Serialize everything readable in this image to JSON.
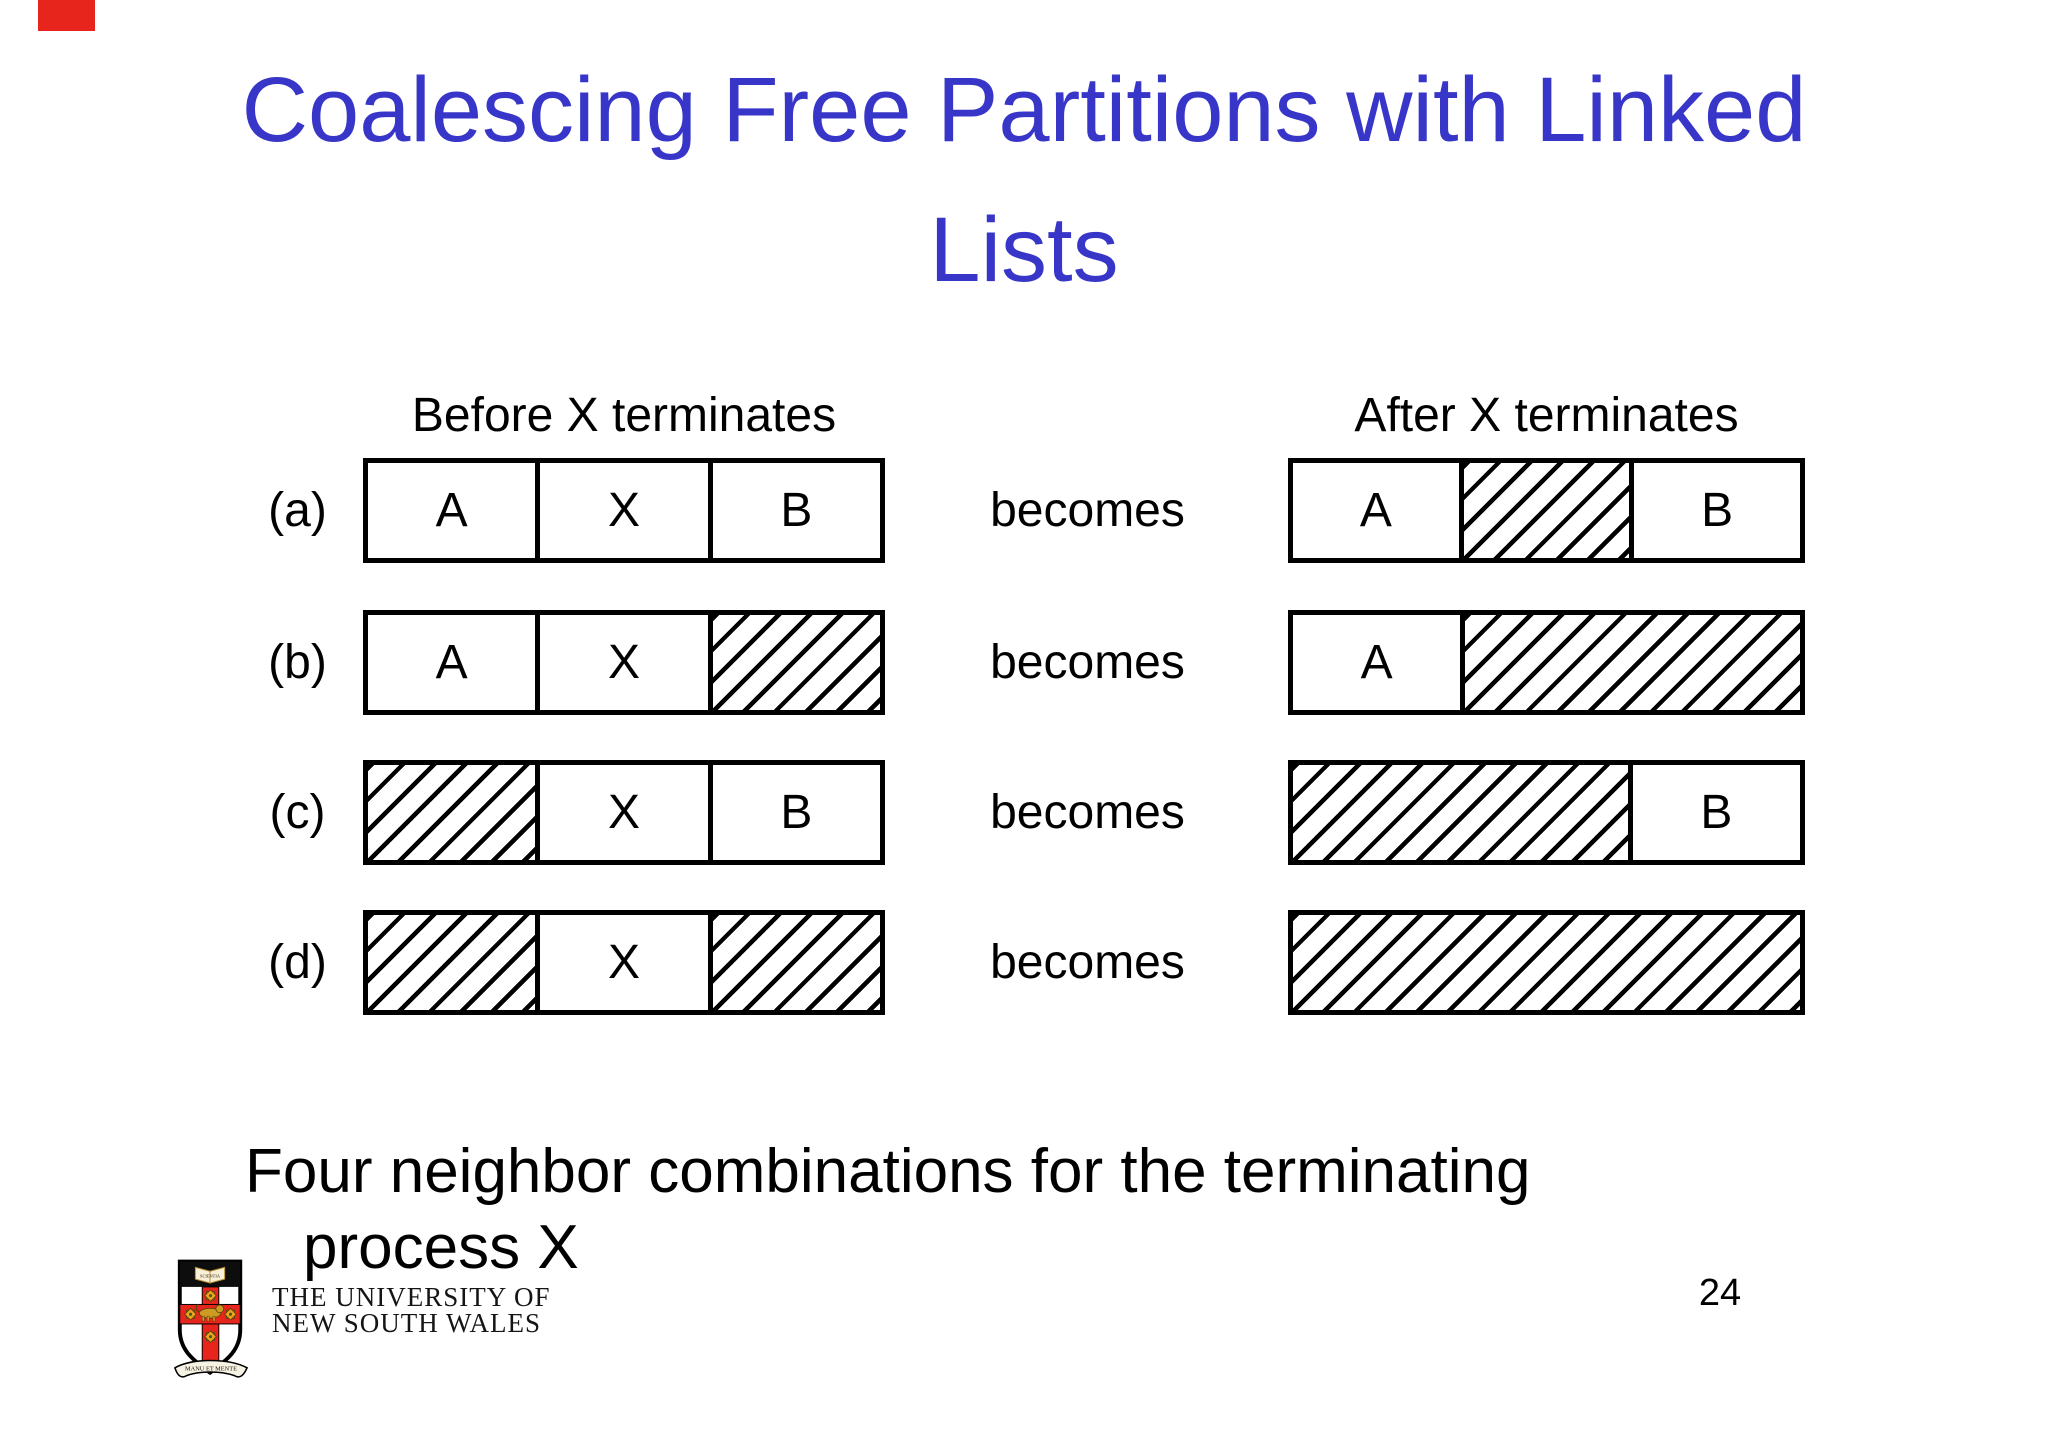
{
  "slide": {
    "title_line1": "Coalescing Free Partitions with Linked",
    "title_line2": "Lists",
    "footer_line1": "Four neighbor combinations for the terminating",
    "footer_line2": "process X",
    "page_number": "24"
  },
  "diagram": {
    "before_header": "Before X terminates",
    "after_header": "After X terminates",
    "becomes_label": "becomes",
    "rows": [
      {
        "label": "(a)",
        "before": [
          {
            "kind": "process",
            "text": "A",
            "span": 1
          },
          {
            "kind": "process",
            "text": "X",
            "span": 1
          },
          {
            "kind": "process",
            "text": "B",
            "span": 1
          }
        ],
        "after": [
          {
            "kind": "process",
            "text": "A",
            "span": 1
          },
          {
            "kind": "free",
            "span": 1
          },
          {
            "kind": "process",
            "text": "B",
            "span": 1
          }
        ]
      },
      {
        "label": "(b)",
        "before": [
          {
            "kind": "process",
            "text": "A",
            "span": 1
          },
          {
            "kind": "process",
            "text": "X",
            "span": 1
          },
          {
            "kind": "free",
            "span": 1
          }
        ],
        "after": [
          {
            "kind": "process",
            "text": "A",
            "span": 1
          },
          {
            "kind": "free",
            "span": 2
          }
        ]
      },
      {
        "label": "(c)",
        "before": [
          {
            "kind": "free",
            "span": 1
          },
          {
            "kind": "process",
            "text": "X",
            "span": 1
          },
          {
            "kind": "process",
            "text": "B",
            "span": 1
          }
        ],
        "after": [
          {
            "kind": "free",
            "span": 2
          },
          {
            "kind": "process",
            "text": "B",
            "span": 1
          }
        ]
      },
      {
        "label": "(d)",
        "before": [
          {
            "kind": "free",
            "span": 1
          },
          {
            "kind": "process",
            "text": "X",
            "span": 1
          },
          {
            "kind": "free",
            "span": 1
          }
        ],
        "after": [
          {
            "kind": "free",
            "span": 3
          }
        ]
      }
    ]
  },
  "logo": {
    "institution_line1": "THE UNIVERSITY OF",
    "institution_line2": "NEW SOUTH WALES",
    "crest_motto": "MANU ET MENTE",
    "crest_book_text": "SCIENTIA"
  },
  "colors": {
    "title_blue": "#3836c9",
    "marker_red": "#e8251c",
    "crest_red": "#e8251c",
    "crest_gold": "#efa31d",
    "diagram_black": "#000000"
  }
}
